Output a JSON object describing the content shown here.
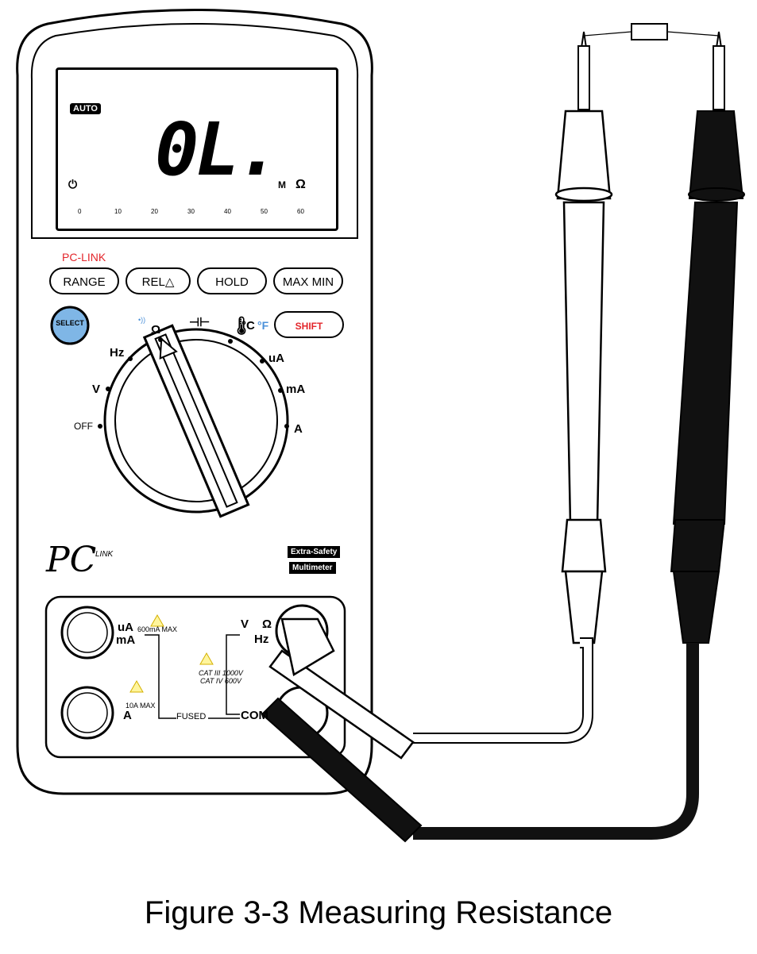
{
  "display": {
    "auto_label": "AUTO",
    "reading": "0L.",
    "unit_prefix": "M",
    "unit": "Ω",
    "bargraph_ticks": [
      "0",
      "10",
      "20",
      "30",
      "40",
      "50",
      "60"
    ]
  },
  "pc_link_label": "PC-LINK",
  "buttons": {
    "range": "RANGE",
    "rel": "REL△",
    "hold": "HOLD",
    "maxmin": "MAX  MIN",
    "select": "SELECT",
    "shift": "SHIFT"
  },
  "dial": {
    "ohm": "Ω",
    "temp_c": "°C",
    "temp_f": "°F",
    "hz": "Hz",
    "ua": "uA",
    "v": "V",
    "ma": "mA",
    "off": "OFF",
    "a": "A"
  },
  "logo": {
    "pc": "PC",
    "link": "LINK",
    "badge_line1": "Extra-Safety",
    "badge_line2": "Multimeter"
  },
  "terminals": {
    "ua_ma_top": "uA",
    "ua_ma_bottom": "mA",
    "ua_ma_rating": "600mA MAX",
    "a_label": "A",
    "a_rating": "10A MAX",
    "fused": "FUSED",
    "com": "COM",
    "v_ohm_top": "V",
    "v_ohm_ohm": "Ω",
    "v_hz": "Hz",
    "cat_line1": "CAT III 1000V",
    "cat_line2": "CAT IV 600V"
  },
  "caption": "Figure 3-3 Measuring Resistance"
}
